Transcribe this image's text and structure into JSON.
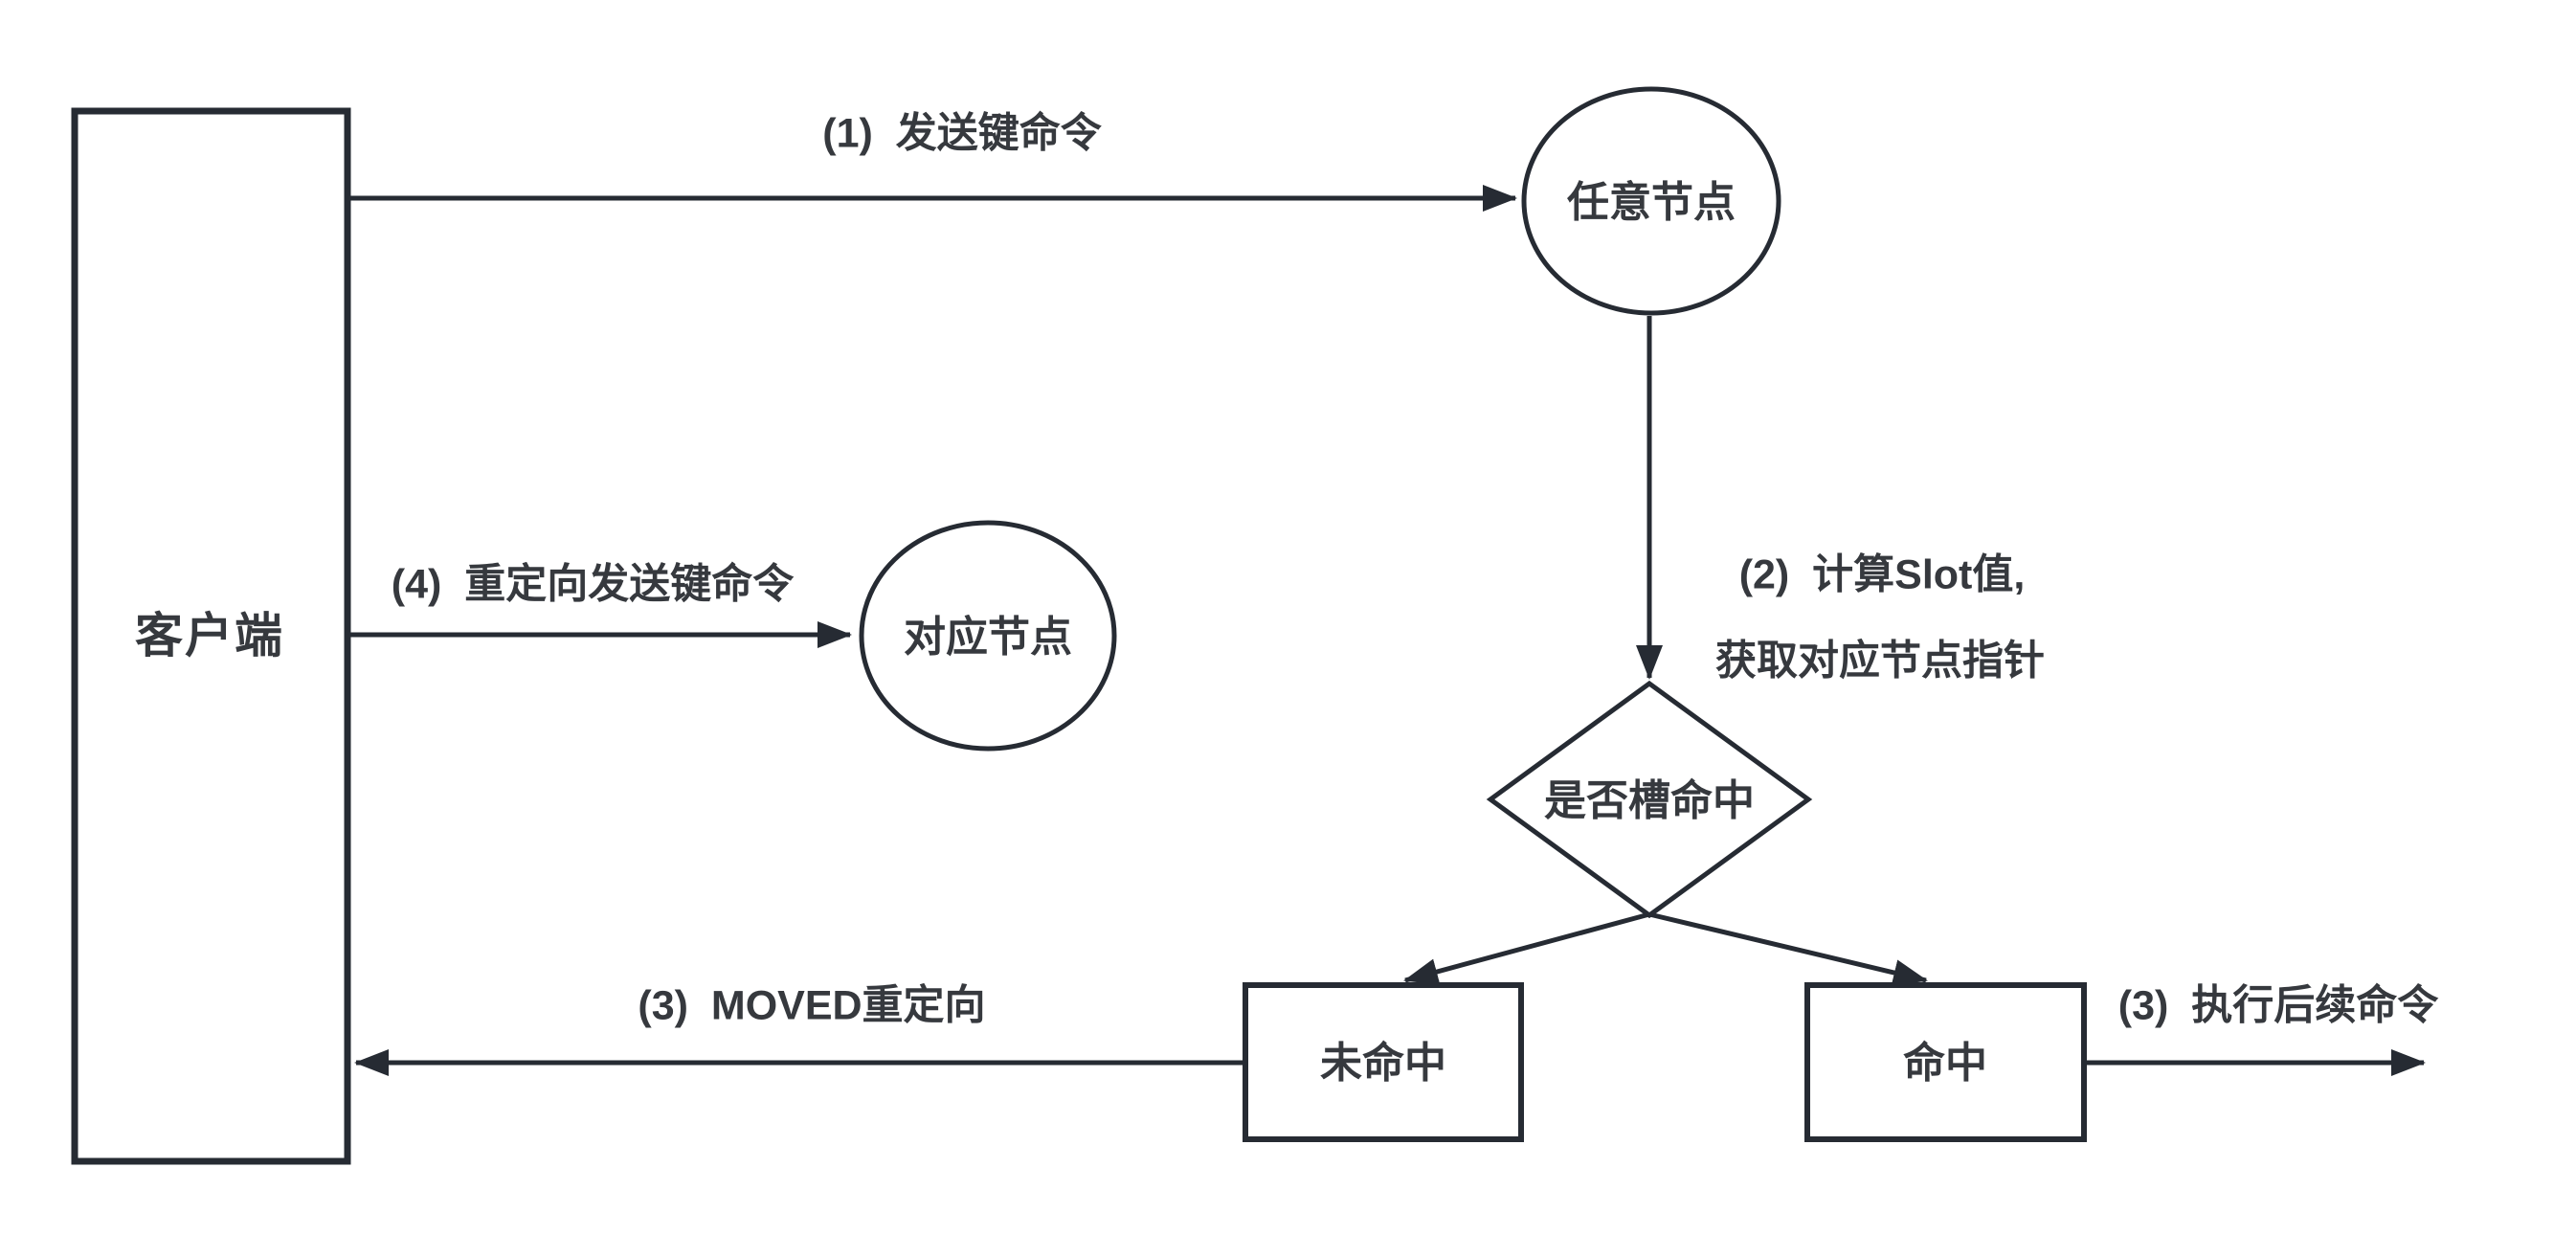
{
  "colors": {
    "background": "#ffffff",
    "line": "#262b33",
    "text": "#36393e"
  },
  "nodes": {
    "client": {
      "label": "客户端"
    },
    "any_node": {
      "label": "任意节点"
    },
    "target_node": {
      "label": "对应节点"
    },
    "slot_decision": {
      "label": "是否槽命中"
    },
    "miss": {
      "label": "未命中"
    },
    "hit": {
      "label": "命中"
    }
  },
  "edges": {
    "step1": {
      "label": "(1)  发送键命令"
    },
    "step2": {
      "label_line1": "(2)  计算Slot值,",
      "label_line2": "获取对应节点指针"
    },
    "step3_moved": {
      "label": "(3)  MOVED重定向"
    },
    "step3_exec": {
      "label": "(3)  执行后续命令"
    },
    "step4": {
      "label": "(4)  重定向发送键命令"
    }
  }
}
